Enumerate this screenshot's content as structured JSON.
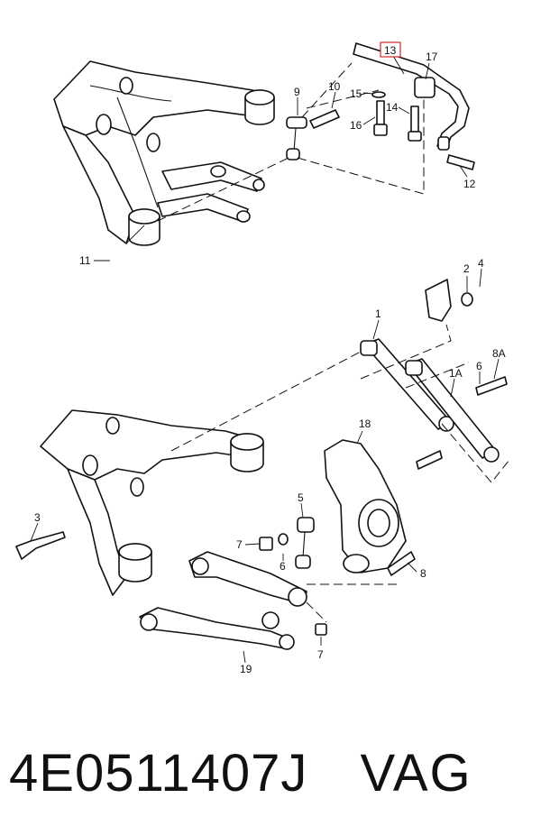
{
  "labels": {
    "l13": "13",
    "l17": "17",
    "l9": "9",
    "l10": "10",
    "l15": "15",
    "l16": "16",
    "l14": "14",
    "l12": "12",
    "l11": "11",
    "l2": "2",
    "l4": "4",
    "l1": "1",
    "l8A": "8A",
    "l6a": "6",
    "l1A": "1A",
    "l18": "18",
    "l3": "3",
    "l5": "5",
    "l7a": "7",
    "l6b": "6",
    "l8": "8",
    "l19": "19",
    "l7b": "7"
  },
  "caption": {
    "part_number": "4E0511407J",
    "brand": "VAG"
  },
  "colors": {
    "highlight_box": "#d6232a",
    "line": "#111111"
  }
}
